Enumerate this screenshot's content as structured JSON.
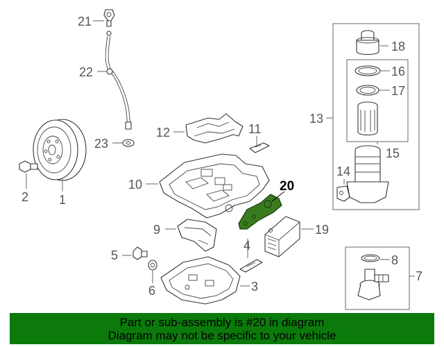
{
  "callouts": {
    "c1": "1",
    "c2": "2",
    "c3": "3",
    "c4": "4",
    "c5": "5",
    "c6": "6",
    "c7": "7",
    "c8": "8",
    "c9": "9",
    "c10": "10",
    "c11": "11",
    "c12": "12",
    "c13": "13",
    "c14": "14",
    "c15": "15",
    "c16": "16",
    "c17": "17",
    "c18": "18",
    "c19": "19",
    "c20": "20",
    "c21": "21",
    "c22": "22",
    "c23": "23"
  },
  "highlighted_part": "20",
  "banner": {
    "line1": "Part or sub-assembly is #20 in diagram",
    "line2": "Diagram may not be specific to your vehicle"
  },
  "colors": {
    "highlight": "#3a7a1e",
    "banner": "#0b7a0b",
    "line": "#666666"
  }
}
